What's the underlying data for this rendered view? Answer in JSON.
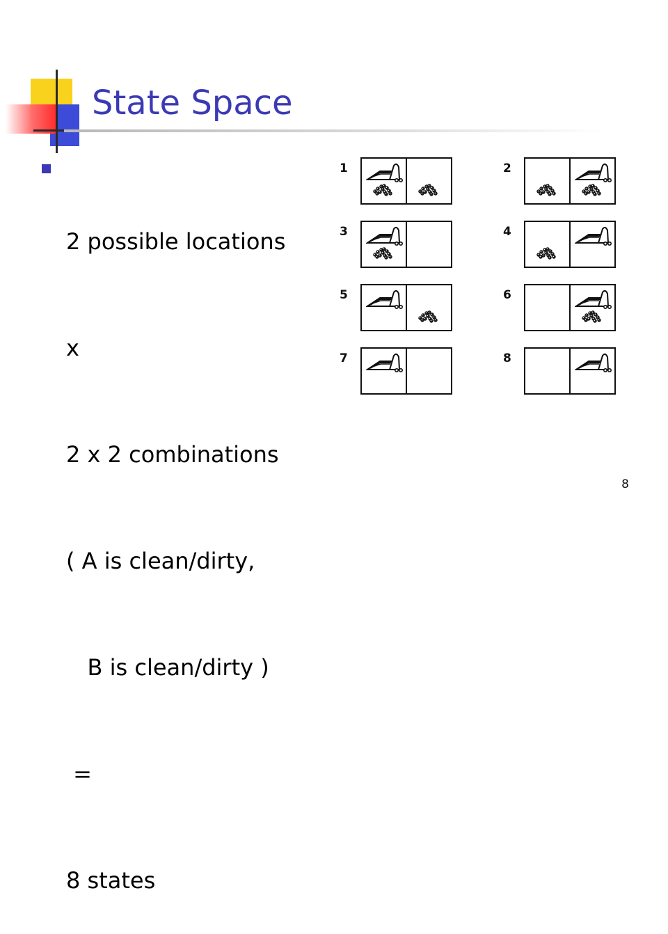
{
  "slide": {
    "title": "State Space",
    "bullet_lines": [
      "2 possible locations",
      "x",
      "2 x 2 combinations",
      "( A is clean/dirty,",
      "   B is clean/dirty )",
      " =",
      "8 states"
    ],
    "page_number": "8"
  },
  "figure": {
    "states": [
      {
        "label": "1",
        "a": {
          "vacuum": true,
          "dirt": true
        },
        "b": {
          "vacuum": false,
          "dirt": true
        }
      },
      {
        "label": "2",
        "a": {
          "vacuum": false,
          "dirt": true
        },
        "b": {
          "vacuum": true,
          "dirt": true
        }
      },
      {
        "label": "3",
        "a": {
          "vacuum": true,
          "dirt": true
        },
        "b": {
          "vacuum": false,
          "dirt": false
        }
      },
      {
        "label": "4",
        "a": {
          "vacuum": false,
          "dirt": true
        },
        "b": {
          "vacuum": true,
          "dirt": false
        }
      },
      {
        "label": "5",
        "a": {
          "vacuum": true,
          "dirt": false
        },
        "b": {
          "vacuum": false,
          "dirt": true
        }
      },
      {
        "label": "6",
        "a": {
          "vacuum": false,
          "dirt": false
        },
        "b": {
          "vacuum": true,
          "dirt": true
        }
      },
      {
        "label": "7",
        "a": {
          "vacuum": true,
          "dirt": false
        },
        "b": {
          "vacuum": false,
          "dirt": false
        }
      },
      {
        "label": "8",
        "a": {
          "vacuum": false,
          "dirt": false
        },
        "b": {
          "vacuum": true,
          "dirt": false
        }
      }
    ]
  },
  "colors": {
    "title": "#3b3ab4",
    "accent_yellow": "#f8d21c",
    "accent_blue": "#3c4bd8",
    "accent_red": "#ff2d2d"
  }
}
